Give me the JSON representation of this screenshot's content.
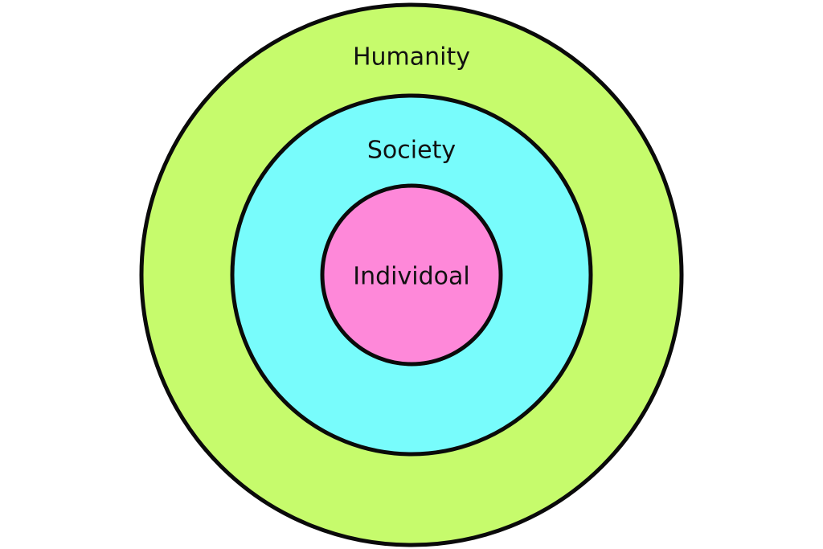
{
  "rings": [
    {
      "label": "Humanity",
      "color": "#c6fb6c"
    },
    {
      "label": "Society",
      "color": "#78fcfc"
    },
    {
      "label": "Individoal",
      "color": "#fe88d9"
    }
  ],
  "outline_color": "#0a0a0a",
  "background_color": "#ffffff"
}
